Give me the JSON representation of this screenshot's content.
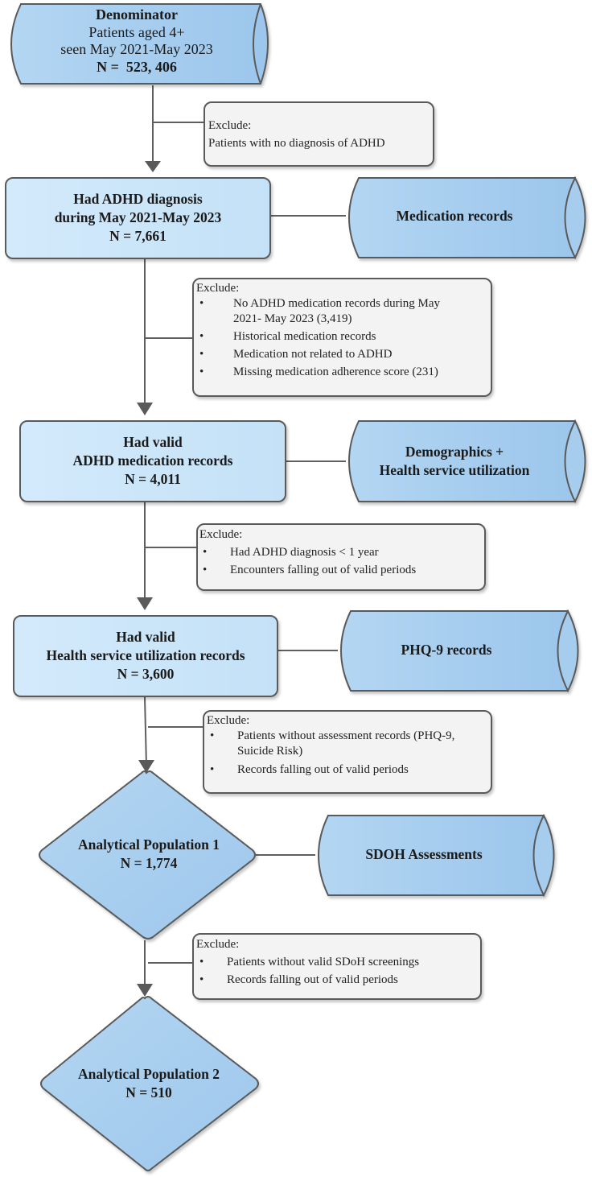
{
  "colors": {
    "process_fill_light": "#d6ecfb",
    "process_fill_mid": "#c5e2f6",
    "cylinder_fill": "#a8cdee",
    "diamond_fill": "#a9cfef",
    "stroke": "#5a5a5a",
    "exclude_fill": "#f3f3f4"
  },
  "nodes": {
    "denominator": {
      "title": "Denominator",
      "line1": "Patients aged 4+",
      "line2": "seen May 2021-May 2023",
      "count": "N =  523, 406"
    },
    "adhd_diagnosis": {
      "line1": "Had ADHD diagnosis",
      "line2": "during May 2021-May 2023",
      "count": "N = 7,661"
    },
    "valid_medication": {
      "line1": "Had valid",
      "line2": "ADHD medication records",
      "count": "N = 4,011"
    },
    "valid_utilization": {
      "line1": "Had valid",
      "line2": "Health service utilization records",
      "count": "N = 3,600"
    },
    "population1": {
      "line1": "Analytical Population 1",
      "count": "N = 1,774"
    },
    "population2": {
      "line1": "Analytical Population 2",
      "count": "N = 510"
    }
  },
  "data_sources": {
    "medication": "Medication records",
    "demographics_line1": "Demographics +",
    "demographics_line2": "Health service utilization",
    "phq9": "PHQ-9 records",
    "sdoh": "SDOH Assessments"
  },
  "exclusions": [
    {
      "title": "Exclude:",
      "plain": "Patients with no diagnosis of ADHD"
    },
    {
      "title": "Exclude:",
      "items": [
        "No ADHD medication records during May 2021- May 2023 (3,419)",
        "Historical medication records",
        "Medication not related to ADHD",
        "Missing medication adherence score (231)"
      ]
    },
    {
      "title": "Exclude:",
      "items": [
        "Had ADHD diagnosis < 1 year",
        "Encounters falling out of valid periods"
      ]
    },
    {
      "title": "Exclude:",
      "items": [
        "Patients without assessment records (PHQ-9, Suicide Risk)",
        "Records falling out of valid periods"
      ]
    },
    {
      "title": "Exclude:",
      "items": [
        "Patients without valid SDoH screenings",
        "Records falling out of valid periods"
      ]
    }
  ]
}
